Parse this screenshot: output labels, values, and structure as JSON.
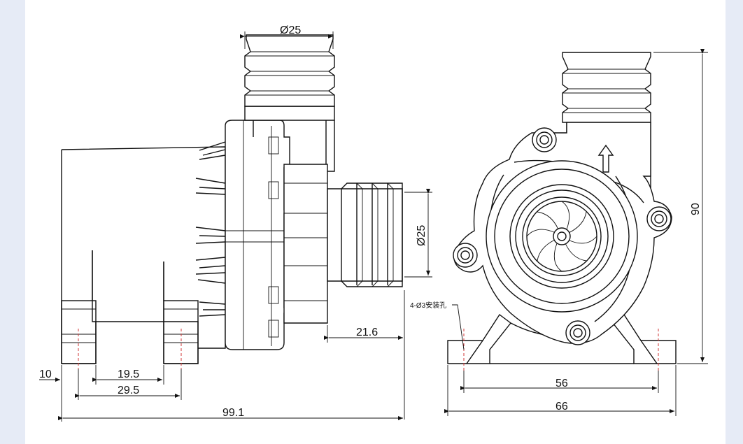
{
  "dimensions": {
    "outlet_dia_top": "Ø25",
    "inlet_dia_side": "Ø25",
    "inlet_length": "21.6",
    "height": "90",
    "foot_width": "10",
    "spacing_inner": "19.5",
    "spacing_outer": "29.5",
    "overall_length": "99.1",
    "hole_spacing": "56",
    "overall_width": "66",
    "mount_holes": "4-Ø3安装孔"
  },
  "colors": {
    "line": "#111111",
    "centerline": "#d23a3a",
    "background": "#e6ebf6"
  }
}
